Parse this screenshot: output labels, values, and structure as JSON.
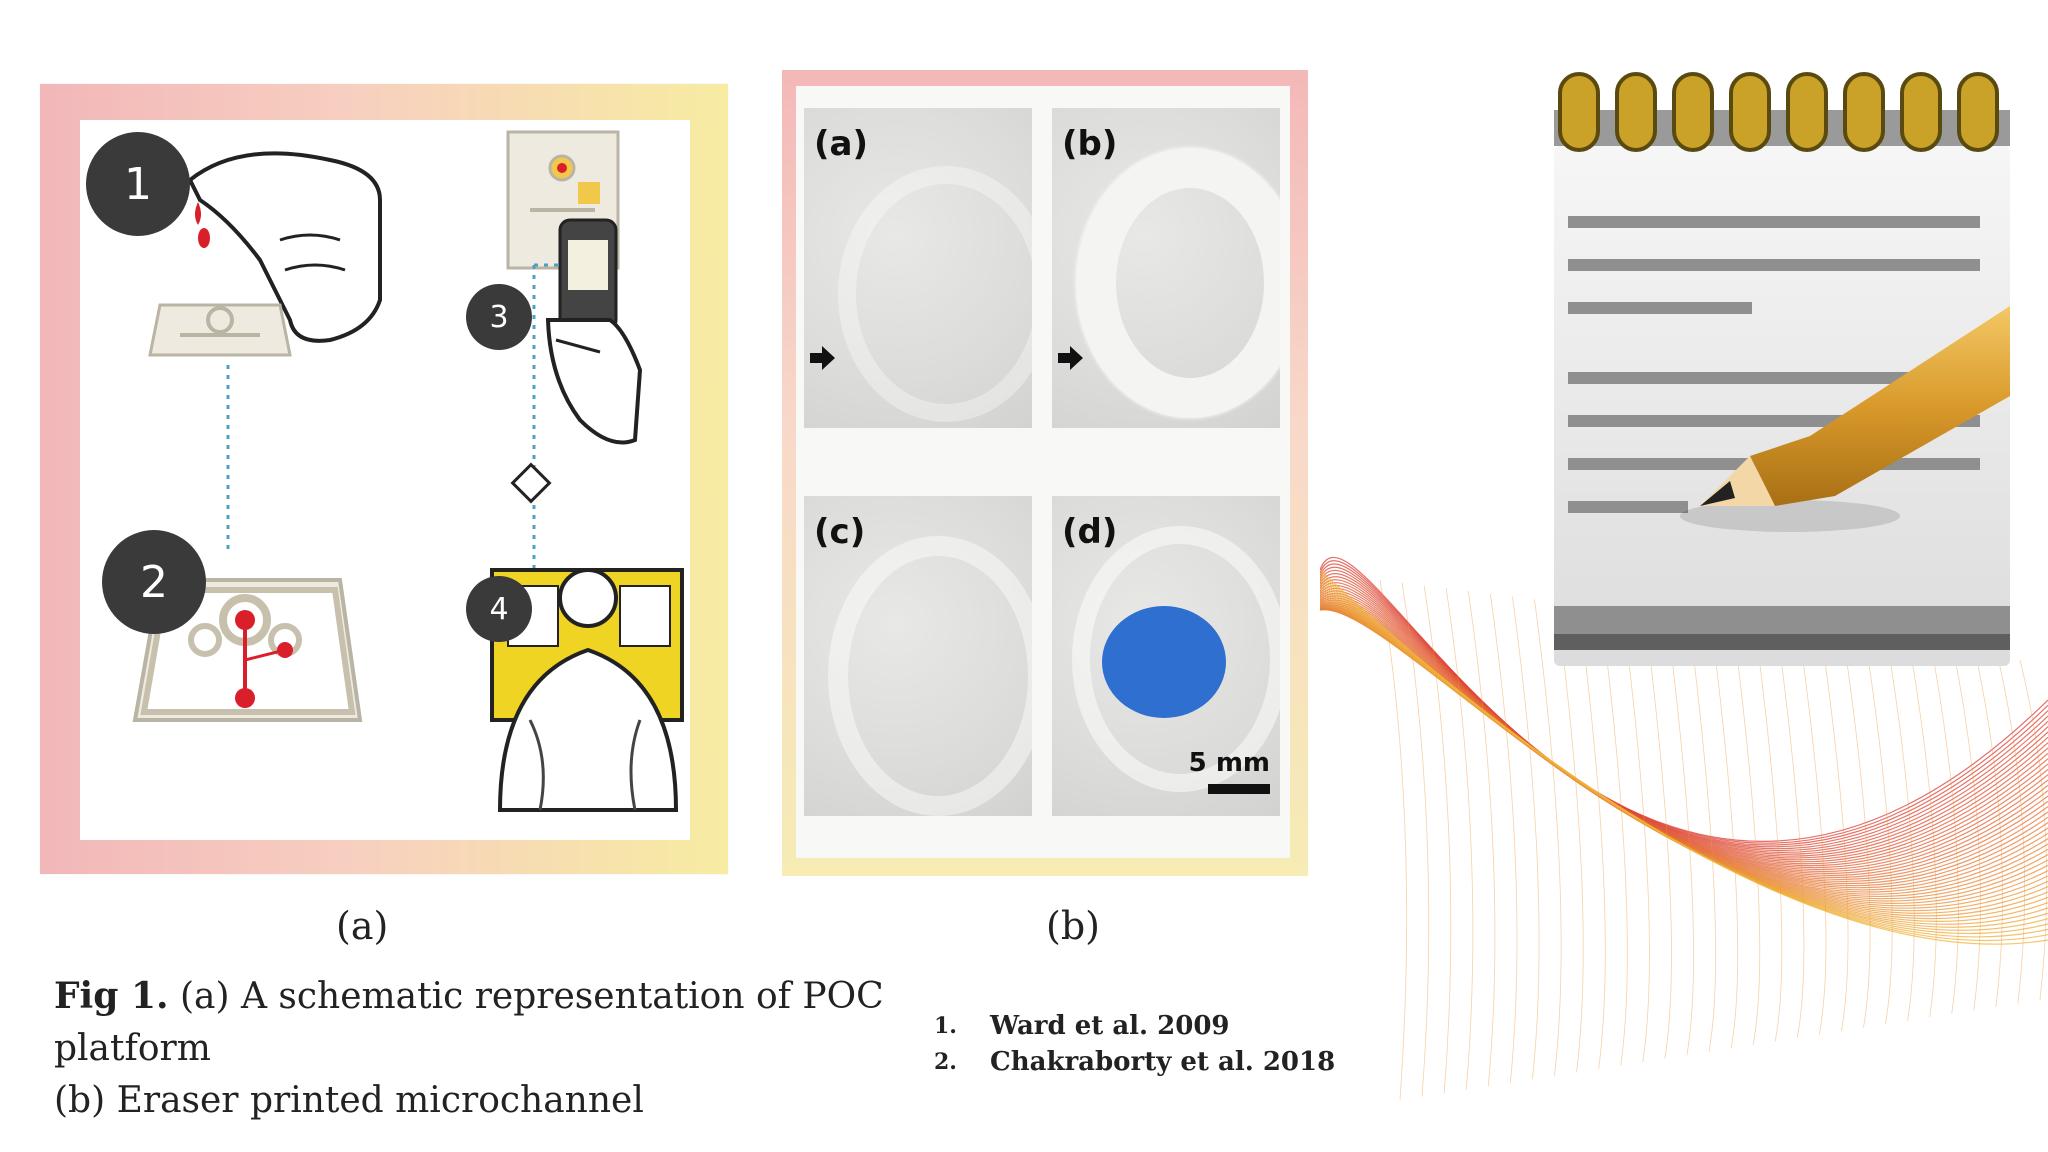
{
  "panel_a": {
    "steps": [
      "1",
      "2",
      "3",
      "4"
    ],
    "caption": "(a)"
  },
  "panel_b": {
    "photos": [
      {
        "label": "(a)"
      },
      {
        "label": "(b)"
      },
      {
        "label": "(c)"
      },
      {
        "label": "(d)"
      }
    ],
    "scale_label": "5 mm",
    "caption": "(b)"
  },
  "figure_caption": {
    "label": "Fig 1.",
    "line1": " (a) A schematic representation of POC platform",
    "line2": "(b) Eraser printed microchannel"
  },
  "references": [
    {
      "num": "1.",
      "text": "Ward et al. 2009"
    },
    {
      "num": "2.",
      "text": "Chakraborty et al. 2018"
    }
  ],
  "colors": {
    "accent_blue": "#2f6fd0",
    "blood_red": "#d9202a",
    "notepad_ring_gold": "#c9a227"
  },
  "icons": [
    "notepad-pencil-icon",
    "finger-drop-icon",
    "phone-icon",
    "doctor-monitor-icon"
  ]
}
